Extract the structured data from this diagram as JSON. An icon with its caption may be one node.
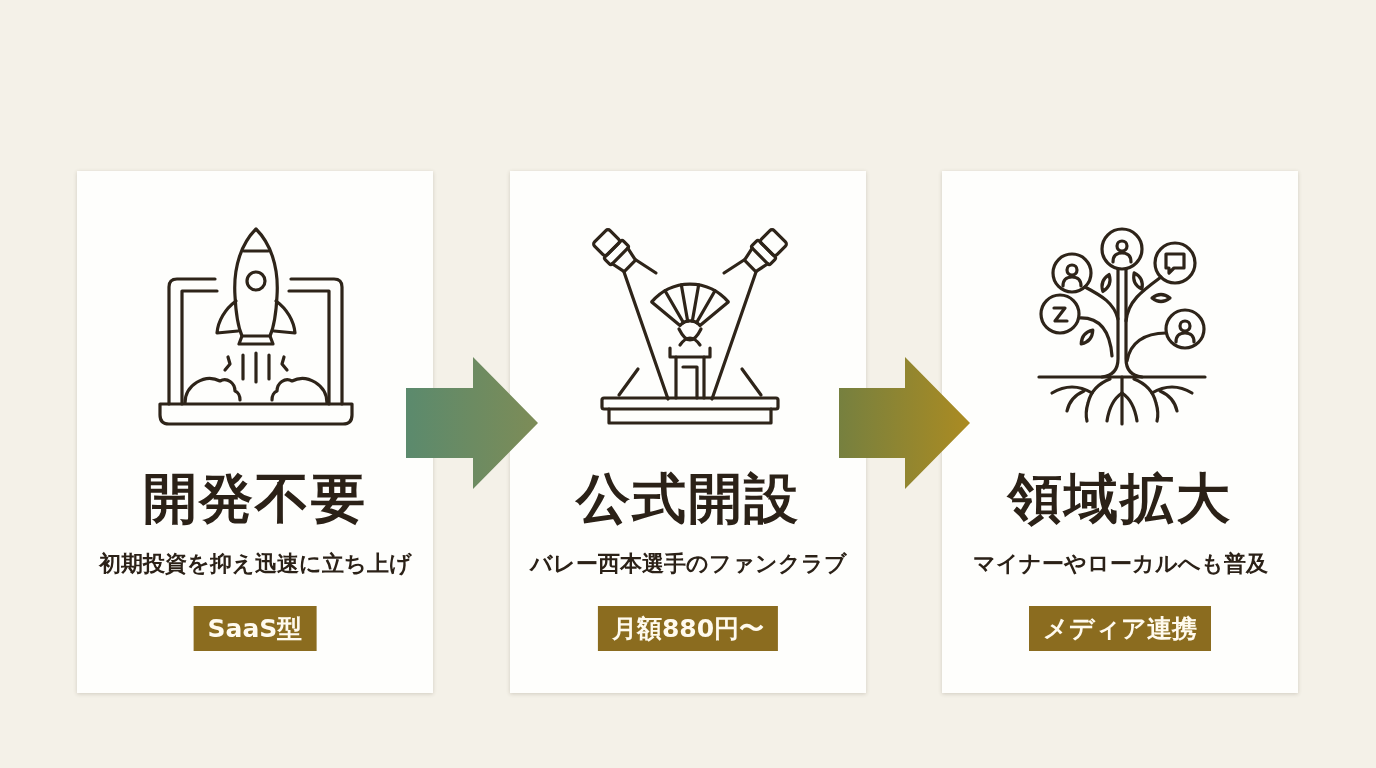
{
  "diagram": {
    "nodes": [
      {
        "text": [
          "開発不要",
          "初期投資を抑え迅速に立ち上げ"
        ]
      },
      {
        "text": [
          "SaaS型"
        ],
        "in": 0
      },
      {
        "text": [
          "公式開設",
          "バレー西本選手のファンクラブ"
        ]
      },
      {
        "text": [
          "月額880円〜"
        ],
        "in": 2
      },
      {
        "text": [
          "領域拡大",
          "マイナーやローカルへも普及"
        ]
      },
      {
        "text": [
          "メディア連携"
        ],
        "in": 4
      }
    ],
    "edges": [
      {
        "from": 0,
        "to": 2,
        "arrow": "to"
      },
      {
        "from": 2,
        "to": 4,
        "arrow": "to"
      }
    ]
  }
}
